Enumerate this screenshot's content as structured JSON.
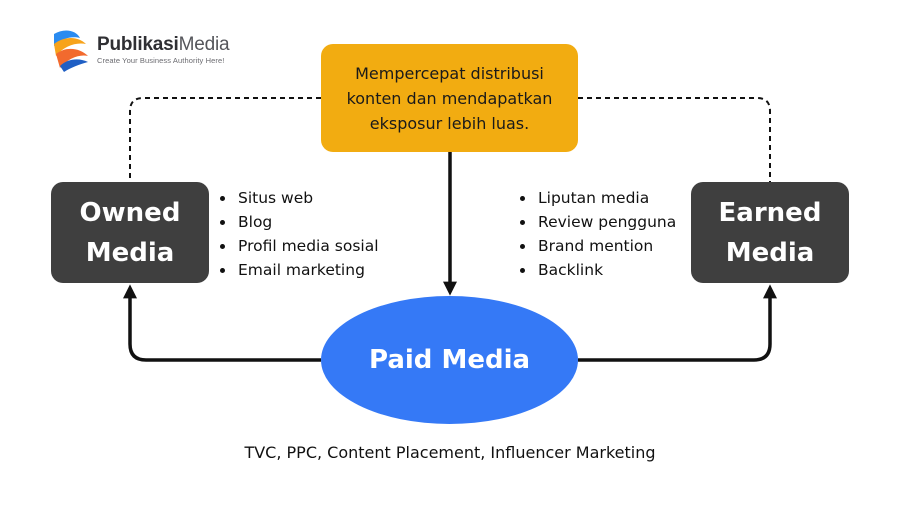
{
  "logo": {
    "name_part1": "Publikasi",
    "name_part2": "Media",
    "tagline": "Create Your Business Authority Here!"
  },
  "top_box": {
    "text": "Mempercepat distribusi konten dan mendapatkan eksposur lebih luas."
  },
  "owned_media": {
    "line1": "Owned",
    "line2": "Media",
    "items": [
      "Situs web",
      "Blog",
      "Profil media sosial",
      "Email marketing"
    ]
  },
  "earned_media": {
    "line1": "Earned",
    "line2": "Media",
    "items": [
      "Liputan media",
      "Review pengguna",
      "Brand mention",
      "Backlink"
    ]
  },
  "paid_media": {
    "label": "Paid Media",
    "caption": "TVC, PPC, Content Placement, Influencer Marketing"
  },
  "colors": {
    "top_box": "#f2ac11",
    "dark_box": "#3f3f3f",
    "paid_ellipse": "#3579f6",
    "line": "#111111"
  }
}
